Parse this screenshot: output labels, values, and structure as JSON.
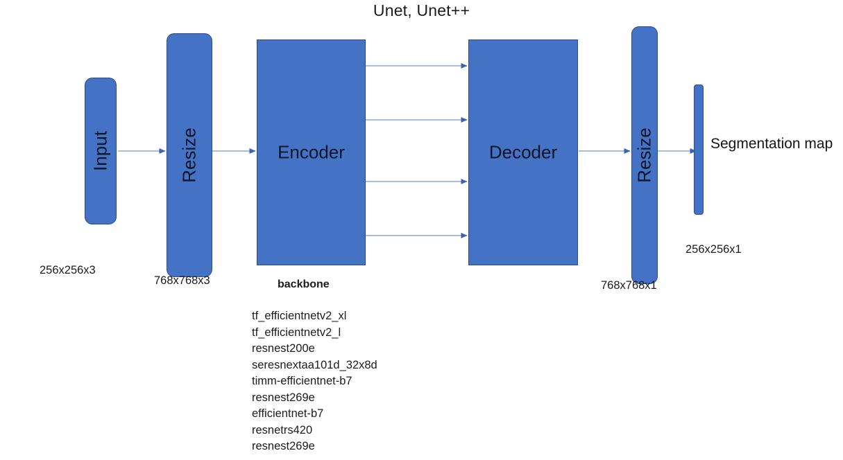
{
  "title": "Unet, Unet++",
  "blocks": {
    "input": {
      "label": "Input",
      "caption": "256x256x3"
    },
    "resize_in": {
      "label": "Resize",
      "caption": "768x768x3"
    },
    "encoder": {
      "label": "Encoder"
    },
    "decoder": {
      "label": "Decoder"
    },
    "resize_out": {
      "label": "Resize",
      "caption": "768x768x1"
    },
    "segmentation": {
      "label": "Segmentation map",
      "caption": "256x256x1"
    }
  },
  "backbone": {
    "heading": "backbone",
    "items": [
      "tf_efficientnetv2_xl",
      "tf_efficientnetv2_l",
      "resnest200e",
      "seresnextaa101d_32x8d",
      "timm-efficientnet-b7",
      "resnest269e",
      "efficientnet-b7",
      "resnetrs420",
      "resnest269e"
    ]
  },
  "colors": {
    "block_fill": "#4472C4",
    "block_border": "#2E4C86",
    "connector_line": "#A8BBE0",
    "connector_head": "#3B62B5",
    "background": "#FFFFFF",
    "text": "#1B1B1B"
  },
  "connectors": [
    {
      "name": "input-to-resize"
    },
    {
      "name": "resize-to-encoder"
    },
    {
      "name": "skip-connection-1"
    },
    {
      "name": "skip-connection-2"
    },
    {
      "name": "skip-connection-3"
    },
    {
      "name": "skip-connection-4"
    },
    {
      "name": "decoder-to-resize"
    },
    {
      "name": "resize-to-segmentation"
    }
  ]
}
